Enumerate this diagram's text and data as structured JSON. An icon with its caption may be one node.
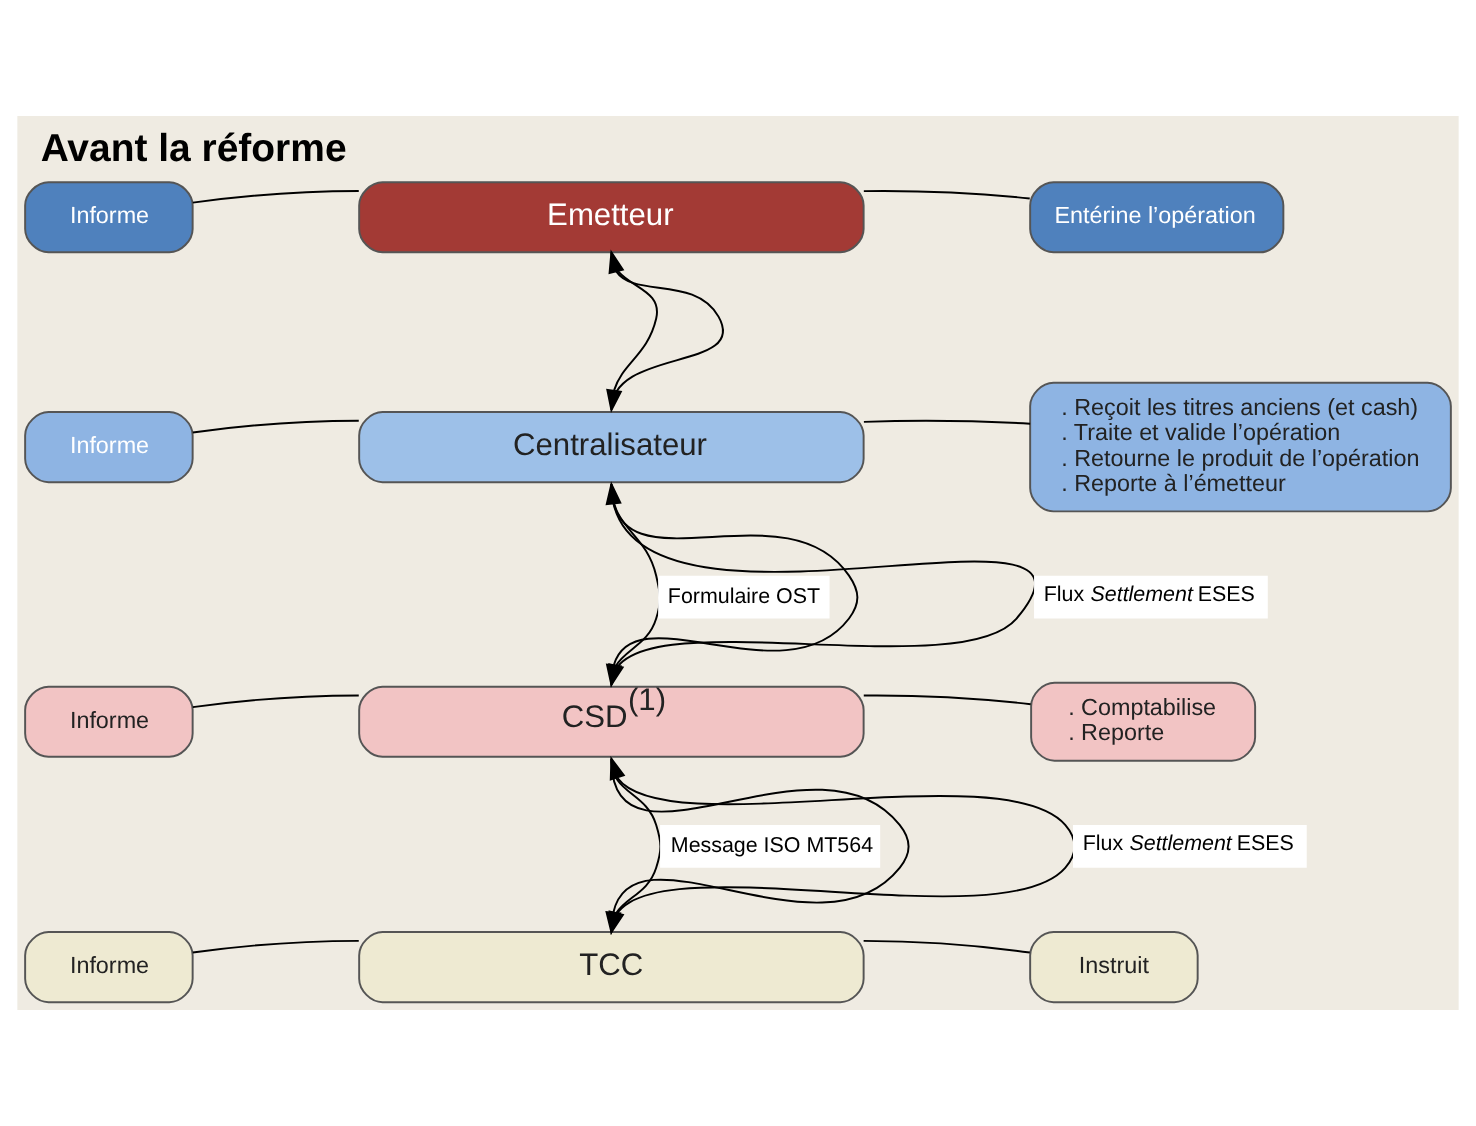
{
  "diagram": {
    "title": "Avant la réforme",
    "nodes": [
      {
        "text": [
          "Informe"
        ]
      },
      {
        "text": [
          "Emetteur"
        ]
      },
      {
        "text": [
          "Entérine l’opération"
        ]
      },
      {
        "text": [
          "Informe"
        ]
      },
      {
        "text": [
          "Centralisateur"
        ]
      },
      {
        "text": [
          ". Reçoit les titres anciens (et cash)",
          ". Traite et valide l’opération",
          ". Retourne le produit de l’opération",
          ". Reporte à l’émetteur"
        ]
      },
      {
        "text": [
          "Informe"
        ]
      },
      {
        "text": [
          "CSD$^{(1)}$"
        ]
      },
      {
        "text": [
          ". Comptabilise",
          ". Reporte"
        ]
      },
      {
        "text": [
          "Informe"
        ]
      },
      {
        "text": [
          "TCC"
        ]
      },
      {
        "text": [
          "Instruit"
        ]
      }
    ],
    "edges": [
      {
        "from": 0,
        "to": 1,
        "arrow": "none"
      },
      {
        "from": 1,
        "to": 2,
        "arrow": "none"
      },
      {
        "from": 1,
        "to": 4,
        "arrow": "to"
      },
      {
        "from": 4,
        "to": 1,
        "arrow": "to"
      },
      {
        "from": 3,
        "to": 4,
        "arrow": "none"
      },
      {
        "from": 4,
        "to": 5,
        "arrow": "none"
      },
      {
        "from": 4,
        "to": 7,
        "arrow": "to",
        "label": "Formulaire OST"
      },
      {
        "from": 7,
        "to": 4,
        "arrow": "to",
        "label": "Flux *Settlement* ESES"
      },
      {
        "from": 4,
        "to": 7,
        "arrow": "to"
      },
      {
        "from": 6,
        "to": 7,
        "arrow": "none"
      },
      {
        "from": 7,
        "to": 8,
        "arrow": "none"
      },
      {
        "from": 7,
        "to": 10,
        "arrow": "to",
        "label": "Message ISO MT564"
      },
      {
        "from": 10,
        "to": 7,
        "arrow": "to",
        "label": "Flux *Settlement* ESES"
      },
      {
        "from": 7,
        "to": 10,
        "arrow": "to"
      },
      {
        "from": 9,
        "to": 10,
        "arrow": "none"
      },
      {
        "from": 10,
        "to": 11,
        "arrow": "none"
      }
    ]
  }
}
